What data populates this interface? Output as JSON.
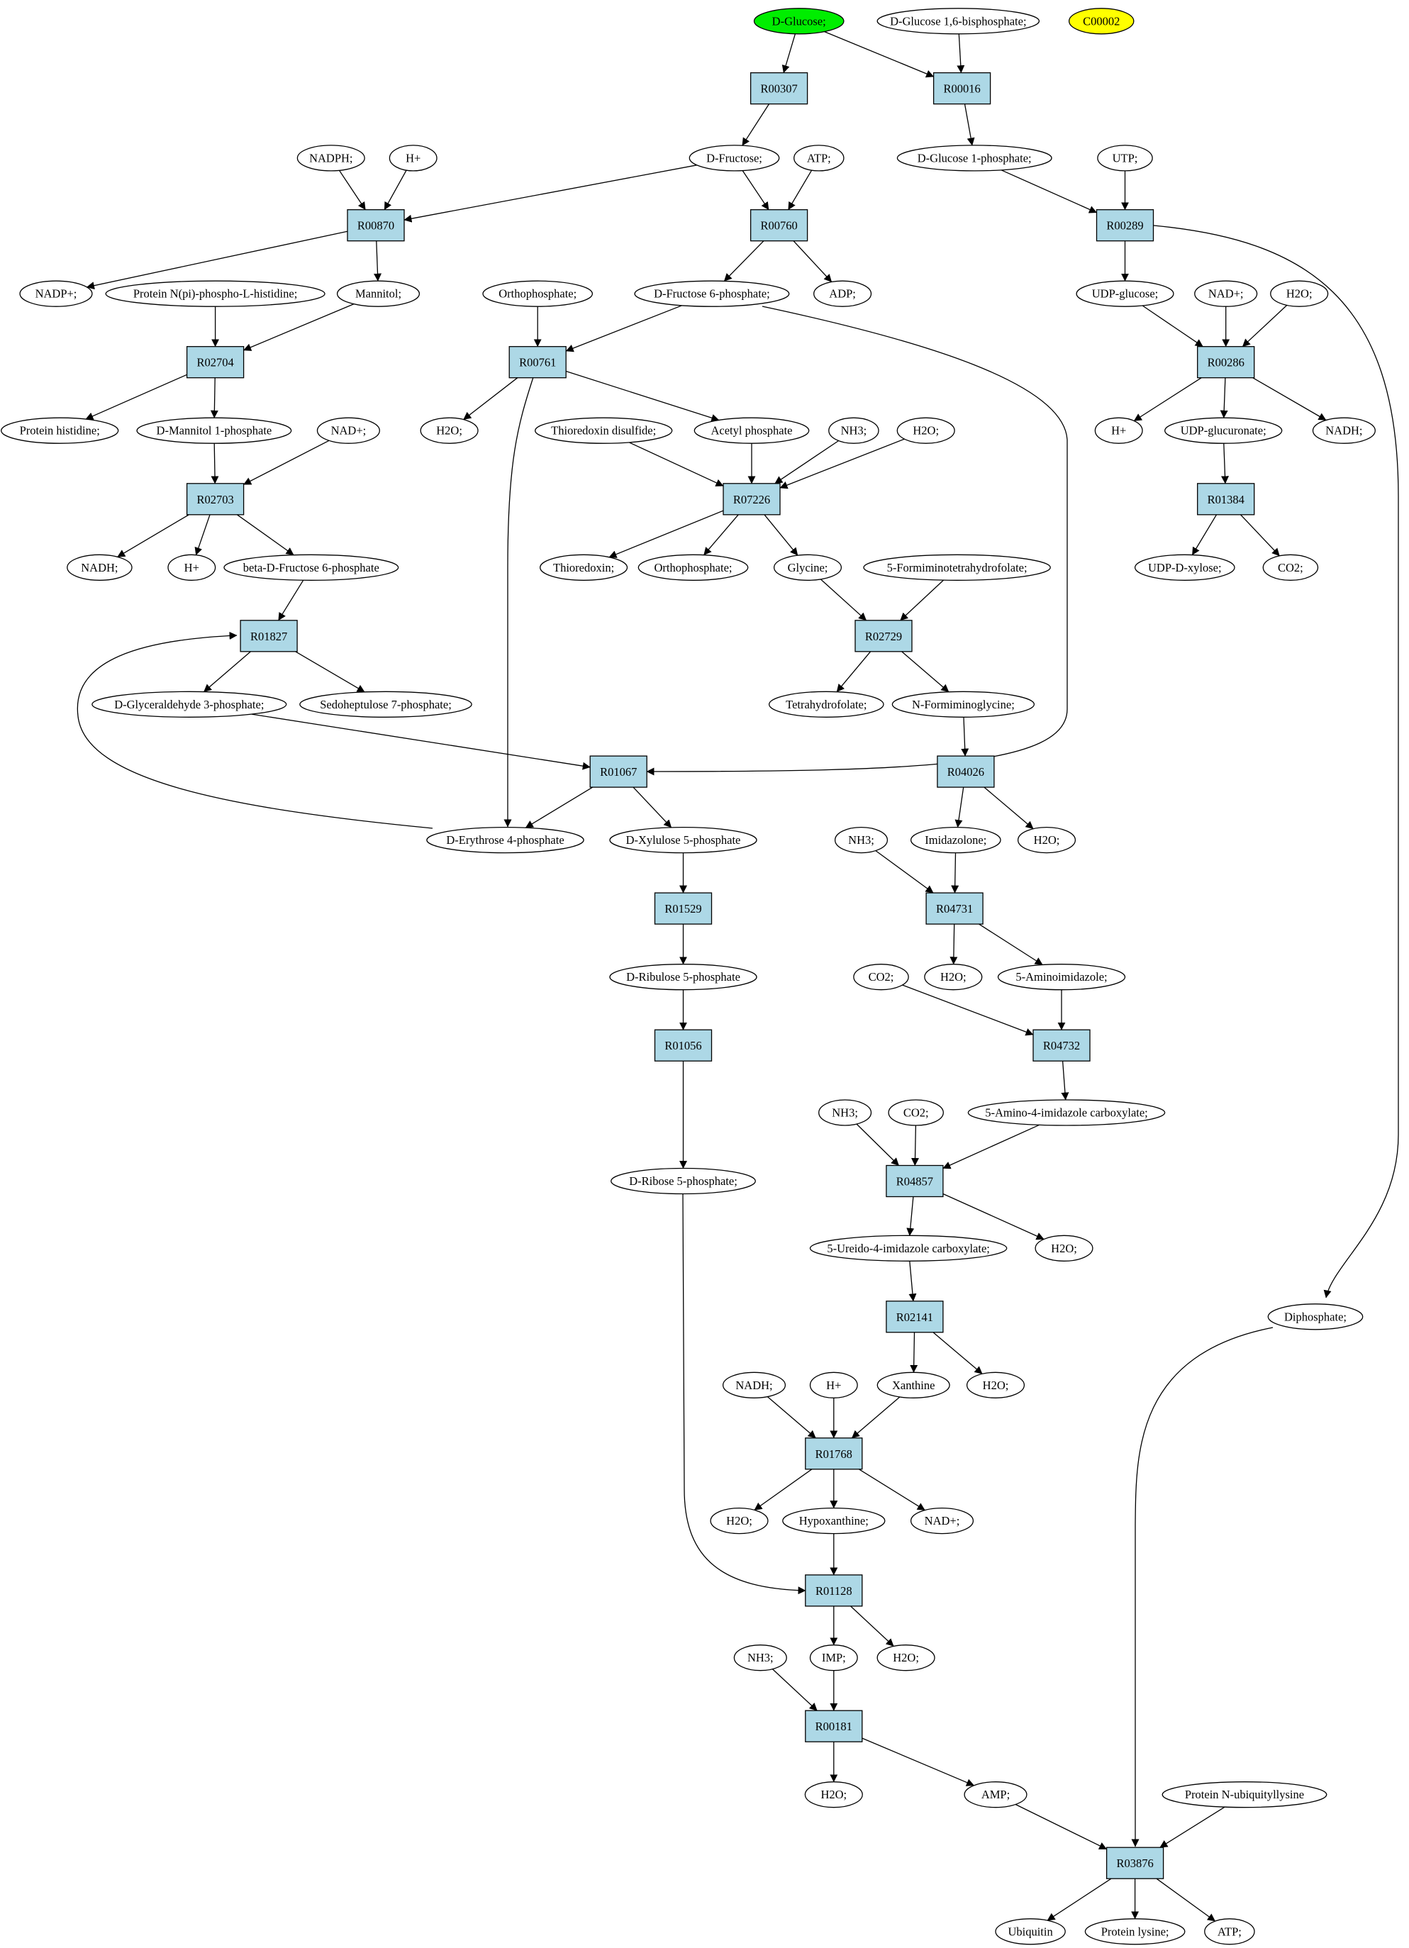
{
  "colors": {
    "reaction_fill": "#add8e6",
    "compound_fill": "#ffffff",
    "start_fill": "#00ee00",
    "highlight_fill": "#ffff00",
    "stroke": "#000000"
  },
  "reactions": [
    "R00307",
    "R00016",
    "R00870",
    "R00760",
    "R00289",
    "R02704",
    "R00761",
    "R00286",
    "R02703",
    "R07226",
    "R01384",
    "R01827",
    "R02729",
    "R01067",
    "R04026",
    "R01529",
    "R04731",
    "R01056",
    "R04732",
    "R04857",
    "R02141",
    "R01768",
    "R01128",
    "R00181",
    "R03876"
  ],
  "compounds": {
    "glucose": "D-Glucose;",
    "g16bp": "D-Glucose 1,6-bisphosphate;",
    "c00002": "C00002",
    "fructose": "D-Fructose;",
    "g1p": "D-Glucose 1-phosphate;",
    "nadph": "NADPH;",
    "hplus_1": "H+",
    "atp_1": "ATP;",
    "utp": "UTP;",
    "nadp": "NADP+;",
    "protein_nphis": "Protein N(pi)-phospho-L-histidine;",
    "mannitol": "Mannitol;",
    "orthophosphate_1": "Orthophosphate;",
    "f6p": "D-Fructose 6-phosphate;",
    "adp": "ADP;",
    "udpglucose": "UDP-glucose;",
    "nadplus_1": "NAD+;",
    "h2o_1": "H2O;",
    "protein_his": "Protein histidine;",
    "mannitol1p": "D-Mannitol 1-phosphate",
    "nadplus_2": "NAD+;",
    "h2o_2": "H2O;",
    "thioredoxin_ds": "Thioredoxin disulfide;",
    "acetylp": "Acetyl phosphate",
    "nh3_1": "NH3;",
    "h2o_3": "H2O;",
    "hplus_2": "H+",
    "udpglucuronate": "UDP-glucuronate;",
    "nadh_1": "NADH;",
    "nadh_2": "NADH;",
    "hplus_3": "H+",
    "bf6p": "beta-D-Fructose 6-phosphate",
    "thioredoxin": "Thioredoxin;",
    "orthophosphate_2": "Orthophosphate;",
    "glycine": "Glycine;",
    "formimino_thf": "5-Formiminotetrahydrofolate;",
    "udpxylose": "UDP-D-xylose;",
    "co2_1": "CO2;",
    "g3p": "D-Glyceraldehyde 3-phosphate;",
    "s7p": "Sedoheptulose 7-phosphate;",
    "thf": "Tetrahydrofolate;",
    "nformiminoglycine": "N-Formiminoglycine;",
    "e4p": "D-Erythrose 4-phosphate",
    "x5p": "D-Xylulose 5-phosphate",
    "nh3_2": "NH3;",
    "imidazolone": "Imidazolone;",
    "h2o_4": "H2O;",
    "h2o_5": "H2O;",
    "aminoimidazole": "5-Aminoimidazole;",
    "ru5p": "D-Ribulose 5-phosphate",
    "co2_2": "CO2;",
    "nh3_3": "NH3;",
    "co2_3": "CO2;",
    "aica": "5-Amino-4-imidazole carboxylate;",
    "r5p": "D-Ribose 5-phosphate;",
    "ureido": "5-Ureido-4-imidazole carboxylate;",
    "h2o_6": "H2O;",
    "diphosphate": "Diphosphate;",
    "nadh_3": "NADH;",
    "hplus_4": "H+",
    "xanthine": "Xanthine",
    "h2o_7": "H2O;",
    "h2o_8": "H2O;",
    "hypoxanthine": "Hypoxanthine;",
    "nadplus_3": "NAD+;",
    "nh3_4": "NH3;",
    "imp": "IMP;",
    "h2o_9": "H2O;",
    "h2o_10": "H2O;",
    "amp": "AMP;",
    "protein_ubiq": "Protein N-ubiquityllysine",
    "ubiquitin": "Ubiquitin",
    "protein_lys": "Protein lysine;",
    "atp_2": "ATP;"
  }
}
